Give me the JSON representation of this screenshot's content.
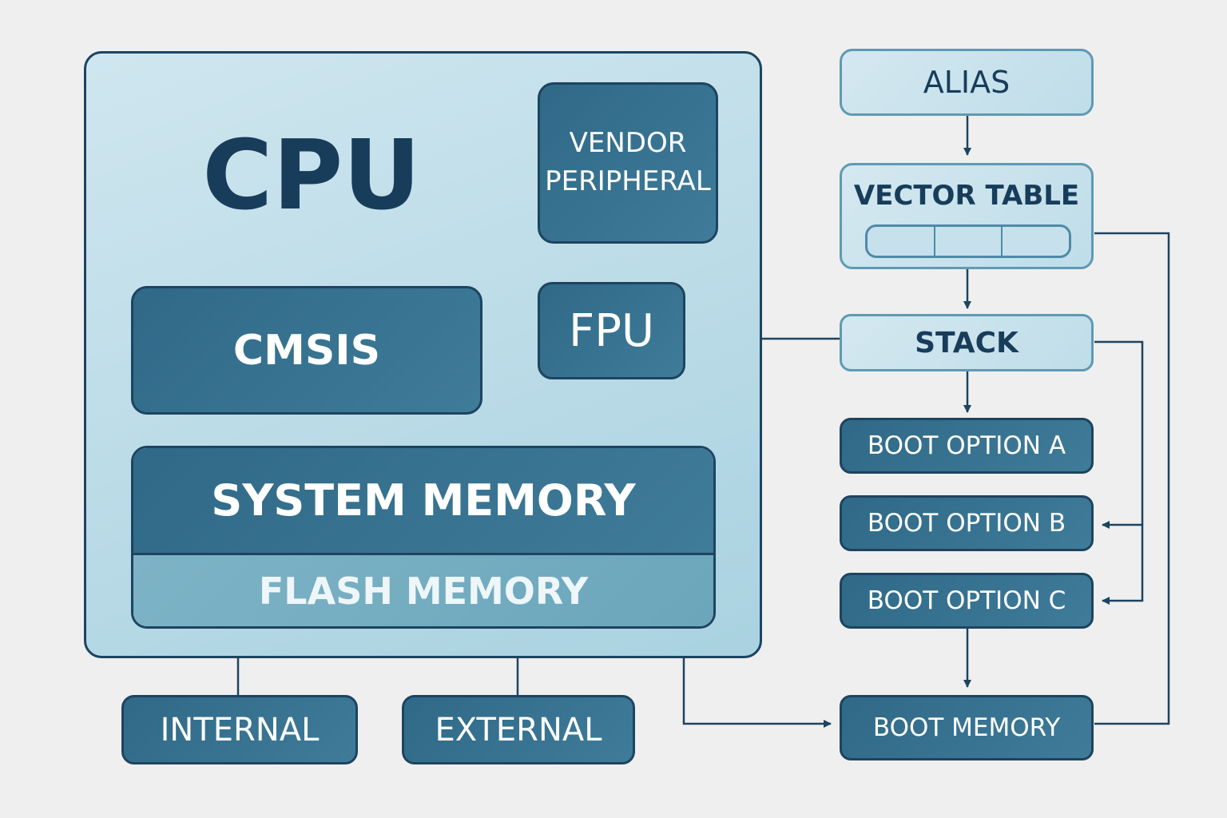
{
  "cpu": {
    "title": "CPU",
    "vendor_peripheral": [
      "VENDOR",
      "PERIPHERAL"
    ],
    "cmsis": "CMSIS",
    "fpu": "FPU",
    "system_memory": "SYSTEM MEMORY",
    "flash_memory": "FLASH MEMORY"
  },
  "storage": {
    "internal": "INTERNAL",
    "external": "EXTERNAL"
  },
  "chain": {
    "alias": "ALIAS",
    "vector_table": "VECTOR TABLE",
    "stack": "STACK",
    "boot_options": [
      "BOOT OPTION A",
      "BOOT OPTION B",
      "BOOT OPTION C"
    ],
    "boot_memory": "BOOT MEMORY"
  },
  "colors": {
    "dark_fill": "#2f6987",
    "light_fill": "#cfe6ef",
    "outline": "#1d4460",
    "line": "#1d4460",
    "background": "#efefef"
  }
}
